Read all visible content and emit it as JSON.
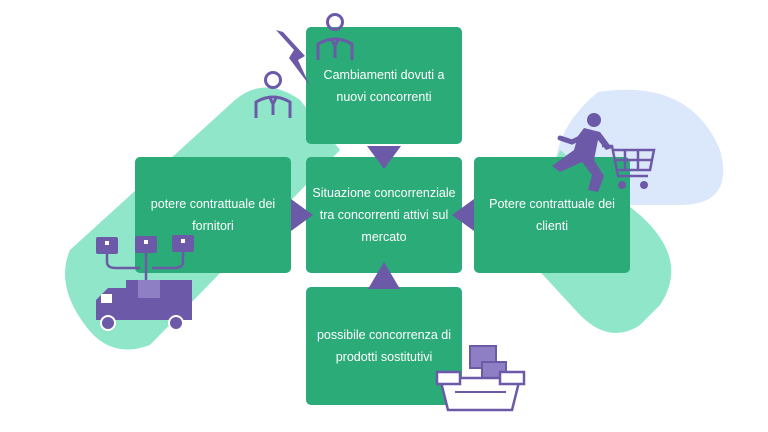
{
  "diagram": {
    "center": {
      "label": "Situazione concorrenziale tra concorrenti attivi sul mercato"
    },
    "top": {
      "label": "Cambiamenti dovuti a nuovi concorrenti"
    },
    "left": {
      "label": "potere contrattuale dei fornitori"
    },
    "right": {
      "label": "Potere contrattuale dei clienti"
    },
    "bottom": {
      "label": "possibile concorrenza di prodotti sostitutivi"
    }
  },
  "colors": {
    "box": "#2bab78",
    "accent": "#6c5aa8",
    "blob_green": "#8fe6c8",
    "blob_blue": "#dbe7fb",
    "text": "#ffffff"
  },
  "icons": {
    "top": "new-entrants-icon",
    "left": "supplier-truck-icon",
    "right": "shopping-customer-icon",
    "bottom": "substitute-products-icon"
  }
}
